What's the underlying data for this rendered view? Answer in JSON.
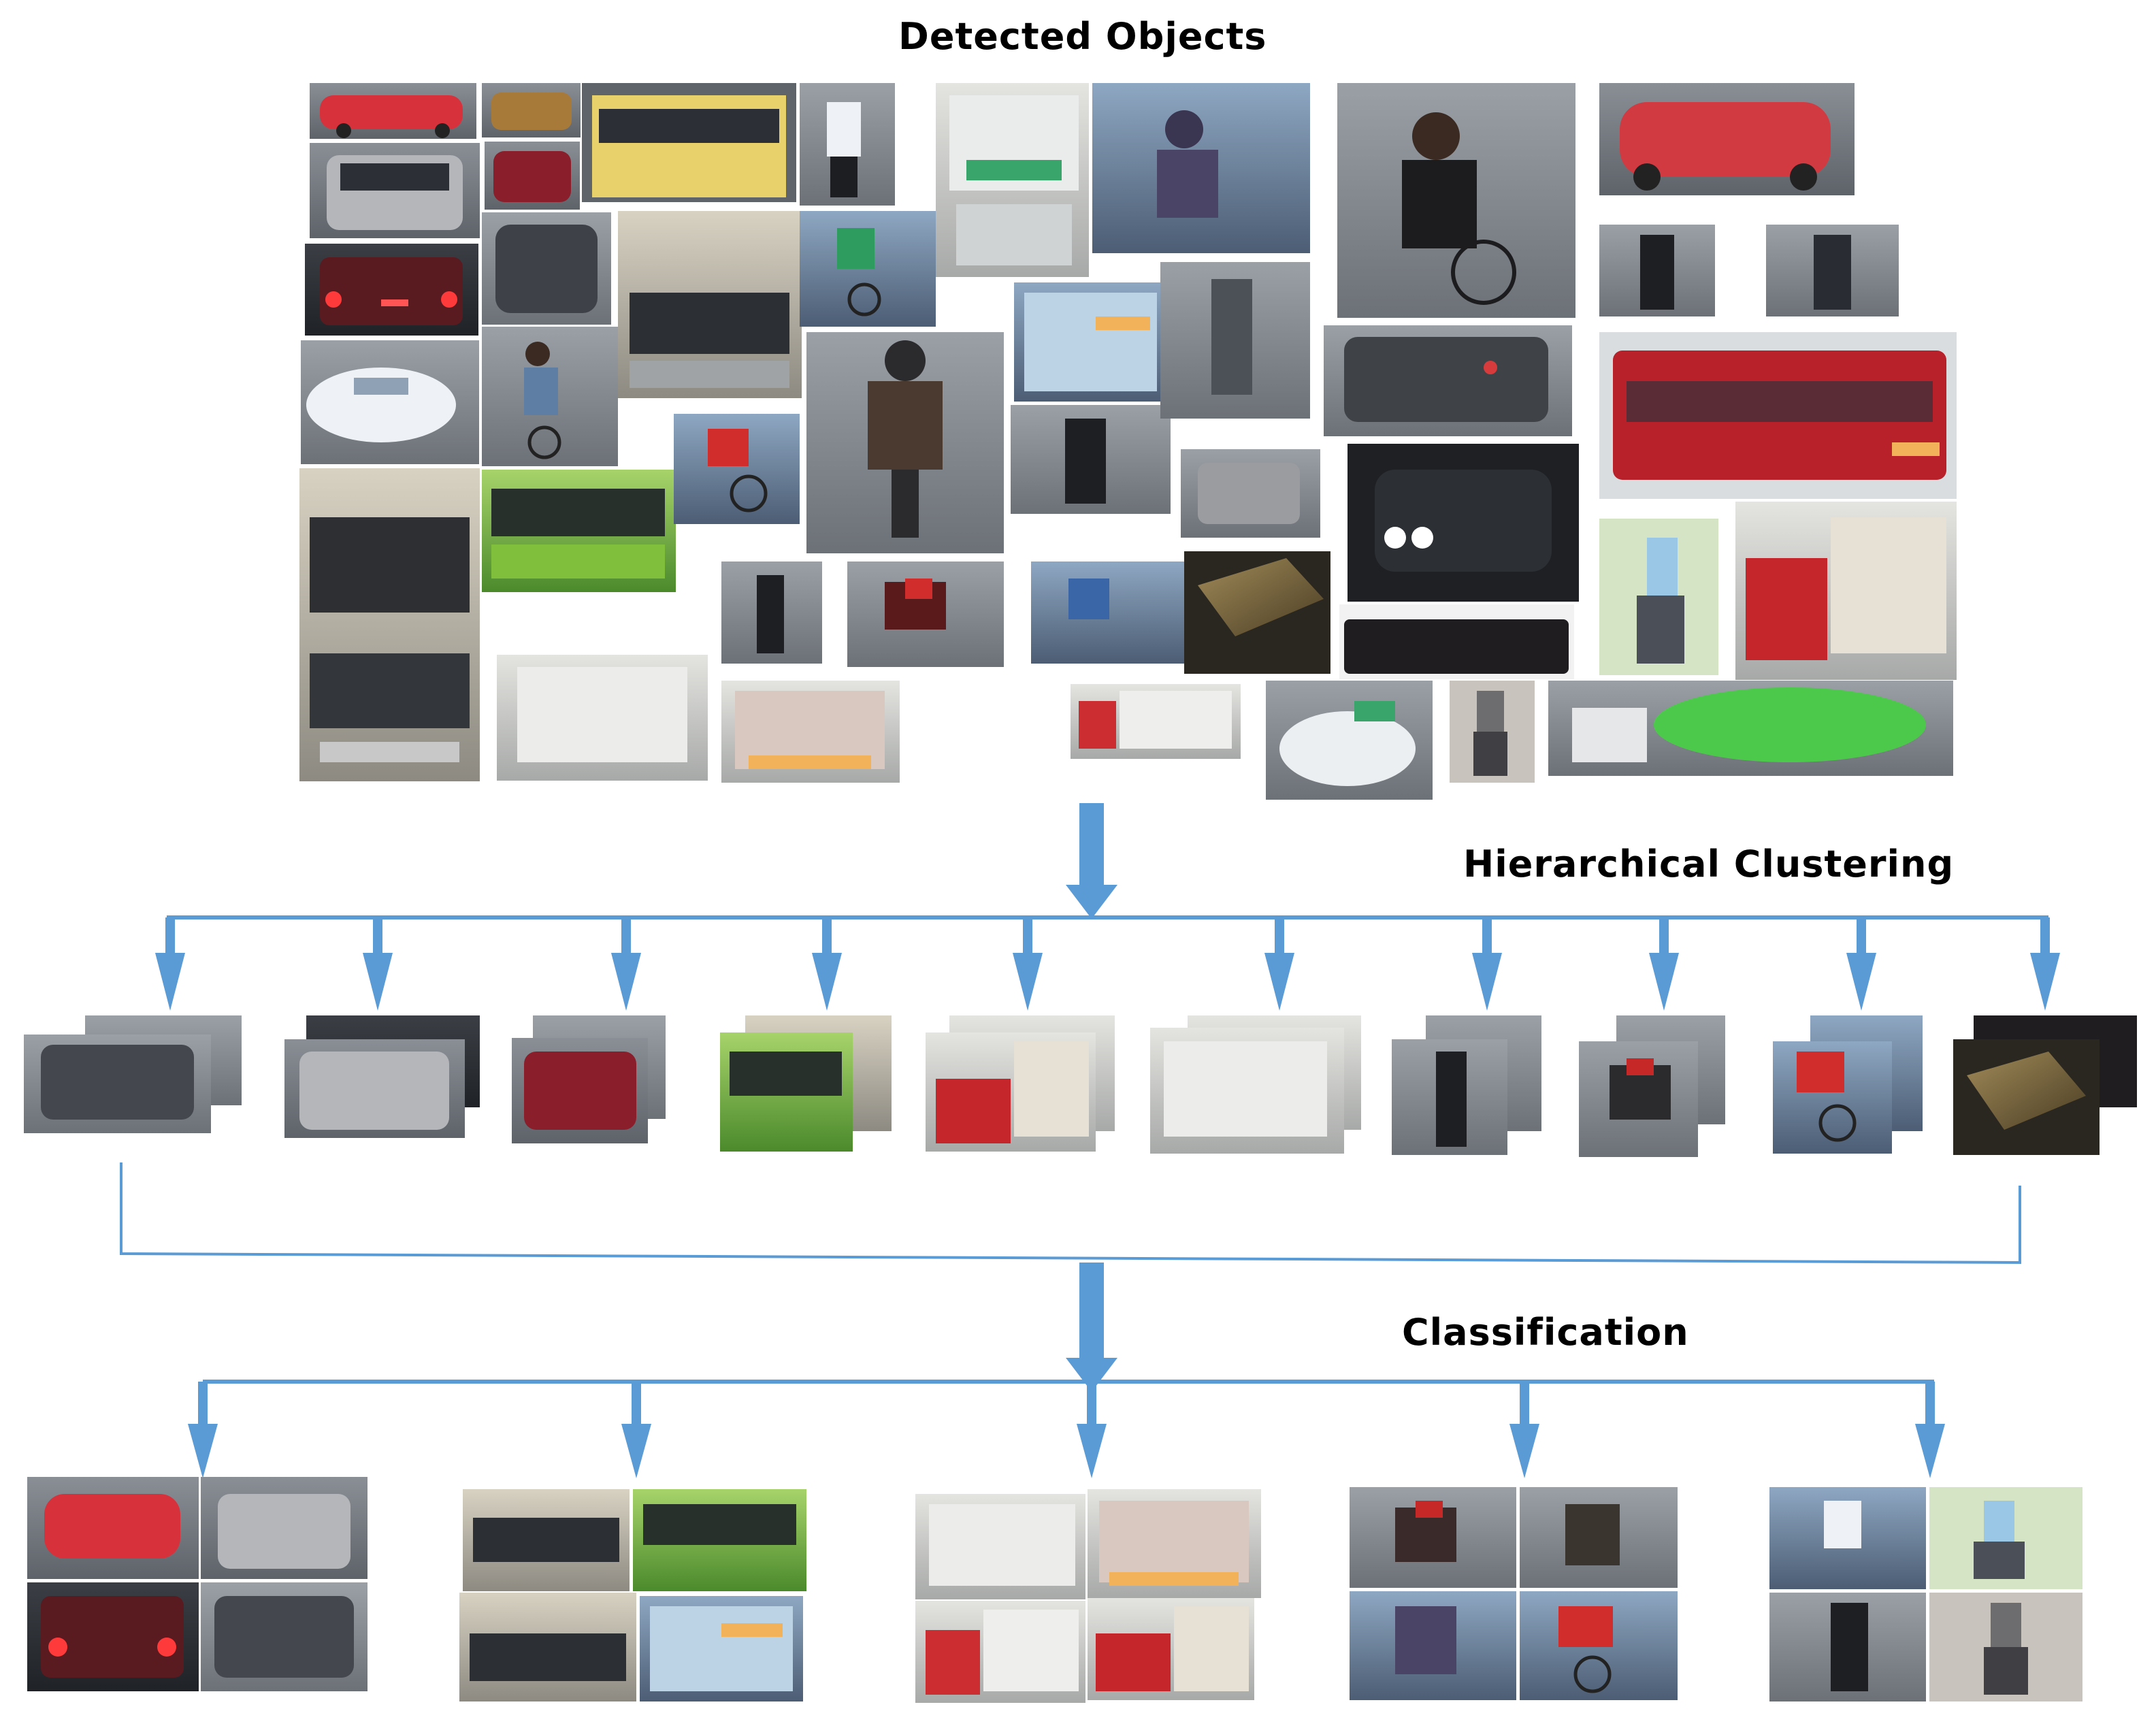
{
  "labels": {
    "stage_1": "Detected Objects",
    "stage_2": "Hierarchical Clustering",
    "stage_3": "Classification"
  },
  "colors": {
    "arrow": "#5b9bd5",
    "connector": "#5b9bd5",
    "background": "#ffffff",
    "text": "#000000"
  },
  "stages": {
    "detected_objects": {
      "thumbnail_count": 44,
      "categories_visible": [
        "car",
        "bus",
        "truck",
        "pedestrian",
        "cyclist",
        "motorcyclist",
        "box",
        "sofa"
      ]
    },
    "clusters": [
      {
        "id": "cluster-1",
        "content": "dark hatchback rear view"
      },
      {
        "id": "cluster-2",
        "content": "silver minivan rear view"
      },
      {
        "id": "cluster-3",
        "content": "red sedan"
      },
      {
        "id": "cluster-4",
        "content": "green bus"
      },
      {
        "id": "cluster-5",
        "content": "red box truck"
      },
      {
        "id": "cluster-6",
        "content": "white box truck blurred"
      },
      {
        "id": "cluster-7",
        "content": "pedestrian dark clothes"
      },
      {
        "id": "cluster-8",
        "content": "motorcyclist"
      },
      {
        "id": "cluster-9",
        "content": "red shirt cyclist"
      },
      {
        "id": "cluster-10",
        "content": "cardboard box and sofa"
      }
    ],
    "classes": [
      {
        "id": "class-car",
        "content": "cars"
      },
      {
        "id": "class-bus",
        "content": "buses"
      },
      {
        "id": "class-truck",
        "content": "trucks"
      },
      {
        "id": "class-cyclist",
        "content": "cyclists / motorcyclists"
      },
      {
        "id": "class-pedestrian",
        "content": "pedestrians"
      }
    ]
  }
}
